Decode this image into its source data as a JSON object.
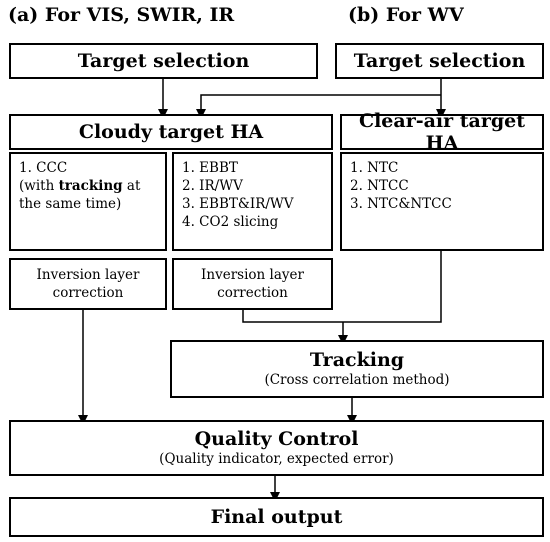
{
  "headings": {
    "a": "(a)  For VIS, SWIR, IR",
    "b": "(b)  For WV"
  },
  "boxes": {
    "target_selection_a": "Target selection",
    "target_selection_b": "Target selection",
    "cloudy_target": "Cloudy target HA",
    "clear_air_target": "Clear-air target HA",
    "ccc": {
      "line1": "1. CCC",
      "line2": "(with ",
      "line2_bold": "tracking",
      "line2_end": " at",
      "line3": "the same time)"
    },
    "cloudy_methods": [
      "1. EBBT",
      "2. IR/WV",
      "3. EBBT&IR/WV",
      "4. CO2 slicing"
    ],
    "clear_methods": [
      "1. NTC",
      "2. NTCC",
      "3. NTC&NTCC"
    ],
    "inversion_left": [
      "Inversion layer",
      "correction"
    ],
    "inversion_mid": [
      "Inversion layer",
      "correction"
    ],
    "tracking": {
      "title": "Tracking",
      "subtitle": "(Cross correlation method)"
    },
    "quality_control": {
      "title": "Quality Control",
      "subtitle": "(Quality indicator, expected error)"
    },
    "final_output": "Final output"
  }
}
